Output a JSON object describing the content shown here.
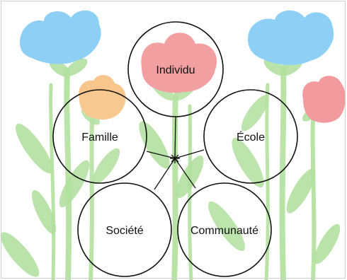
{
  "diagram": {
    "center_node": {
      "label": "Individu"
    },
    "outer_nodes": [
      {
        "id": "famille",
        "label": "Famille"
      },
      {
        "id": "ecole",
        "label": "École"
      },
      {
        "id": "societe",
        "label": "Société"
      },
      {
        "id": "communaute",
        "label": "Communauté"
      }
    ]
  },
  "colors": {
    "stem": "#b9e3a6",
    "leaf": "#b2e09f",
    "blue_flower": "#8ecff5",
    "red_flower": "#f29a9e",
    "orange_flower": "#f8c68c",
    "line": "#111111",
    "node_fill": "rgba(255,255,255,0.05)"
  }
}
